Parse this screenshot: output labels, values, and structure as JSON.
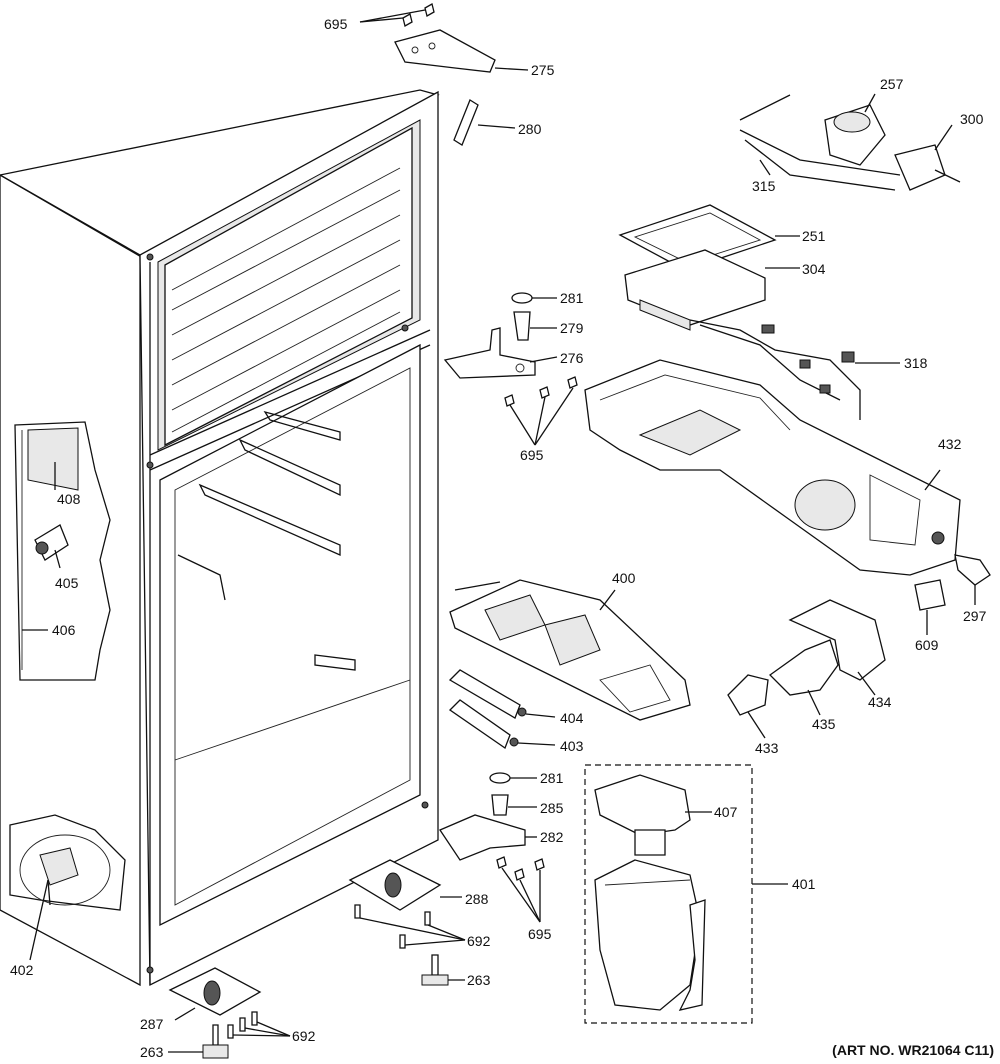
{
  "callouts": [
    {
      "id": "c-695-top",
      "text": "695"
    },
    {
      "id": "c-275",
      "text": "275"
    },
    {
      "id": "c-280",
      "text": "280"
    },
    {
      "id": "c-257",
      "text": "257"
    },
    {
      "id": "c-300",
      "text": "300"
    },
    {
      "id": "c-315",
      "text": "315"
    },
    {
      "id": "c-251",
      "text": "251"
    },
    {
      "id": "c-304",
      "text": "304"
    },
    {
      "id": "c-281-a",
      "text": "281"
    },
    {
      "id": "c-279",
      "text": "279"
    },
    {
      "id": "c-276",
      "text": "276"
    },
    {
      "id": "c-318",
      "text": "318"
    },
    {
      "id": "c-695-mid",
      "text": "695"
    },
    {
      "id": "c-432",
      "text": "432"
    },
    {
      "id": "c-408",
      "text": "408"
    },
    {
      "id": "c-405",
      "text": "405"
    },
    {
      "id": "c-406",
      "text": "406"
    },
    {
      "id": "c-400",
      "text": "400"
    },
    {
      "id": "c-297",
      "text": "297"
    },
    {
      "id": "c-609",
      "text": "609"
    },
    {
      "id": "c-434",
      "text": "434"
    },
    {
      "id": "c-435",
      "text": "435"
    },
    {
      "id": "c-433",
      "text": "433"
    },
    {
      "id": "c-404",
      "text": "404"
    },
    {
      "id": "c-403",
      "text": "403"
    },
    {
      "id": "c-281-b",
      "text": "281"
    },
    {
      "id": "c-285",
      "text": "285"
    },
    {
      "id": "c-282",
      "text": "282"
    },
    {
      "id": "c-407",
      "text": "407"
    },
    {
      "id": "c-401",
      "text": "401"
    },
    {
      "id": "c-288",
      "text": "288"
    },
    {
      "id": "c-695-low",
      "text": "695"
    },
    {
      "id": "c-692-a",
      "text": "692"
    },
    {
      "id": "c-263-a",
      "text": "263"
    },
    {
      "id": "c-402",
      "text": "402"
    },
    {
      "id": "c-287",
      "text": "287"
    },
    {
      "id": "c-692-b",
      "text": "692"
    },
    {
      "id": "c-263-b",
      "text": "263"
    }
  ],
  "art_number": "(ART NO. WR21064 C11)"
}
